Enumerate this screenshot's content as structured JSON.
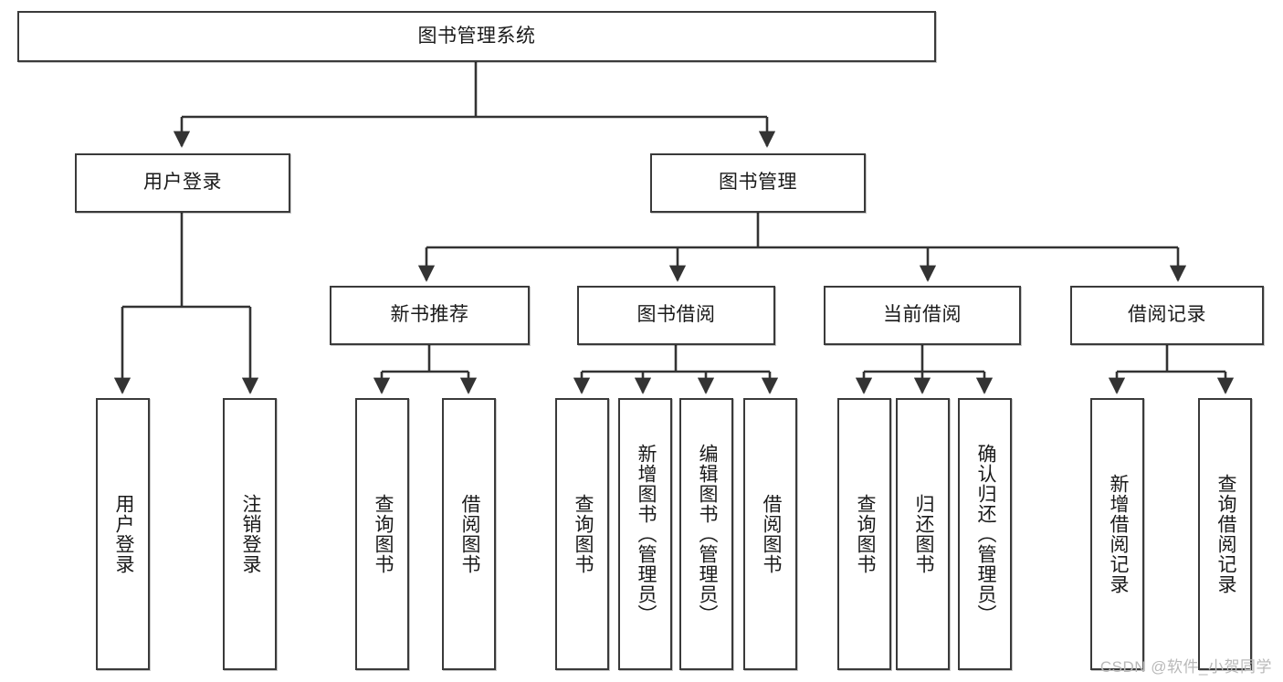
{
  "diagram": {
    "title": "图书管理系统",
    "type": "tree-structure-diagram",
    "colors": {
      "box_border": "#3a3a3a",
      "box_fill": "#ffffff",
      "line": "#333333",
      "text": "#1a1a1a",
      "watermark": "#b9b9b9",
      "background": "#ffffff"
    },
    "watermark": "CSDN @软件_小贺同学"
  },
  "nodes": {
    "root": {
      "label": "图书管理系统"
    },
    "level1": [
      {
        "label": "用户登录"
      },
      {
        "label": "图书管理"
      }
    ],
    "level2": [
      {
        "label": "新书推荐"
      },
      {
        "label": "图书借阅"
      },
      {
        "label": "当前借阅"
      },
      {
        "label": "借阅记录"
      }
    ],
    "leaves": {
      "user_login": [
        {
          "label": "用户登录"
        },
        {
          "label": "注销登录"
        }
      ],
      "new_book_rec": [
        {
          "label": "查询图书"
        },
        {
          "label": "借阅图书"
        }
      ],
      "book_borrow": [
        {
          "label": "查询图书"
        },
        {
          "label": "新增图书（管理员）"
        },
        {
          "label": "编辑图书（管理员）"
        },
        {
          "label": "借阅图书"
        }
      ],
      "current_borrow": [
        {
          "label": "查询图书"
        },
        {
          "label": "归还图书"
        },
        {
          "label": "确认归还（管理员）"
        }
      ],
      "borrow_record": [
        {
          "label": "新增借阅记录"
        },
        {
          "label": "查询借阅记录"
        }
      ]
    }
  }
}
